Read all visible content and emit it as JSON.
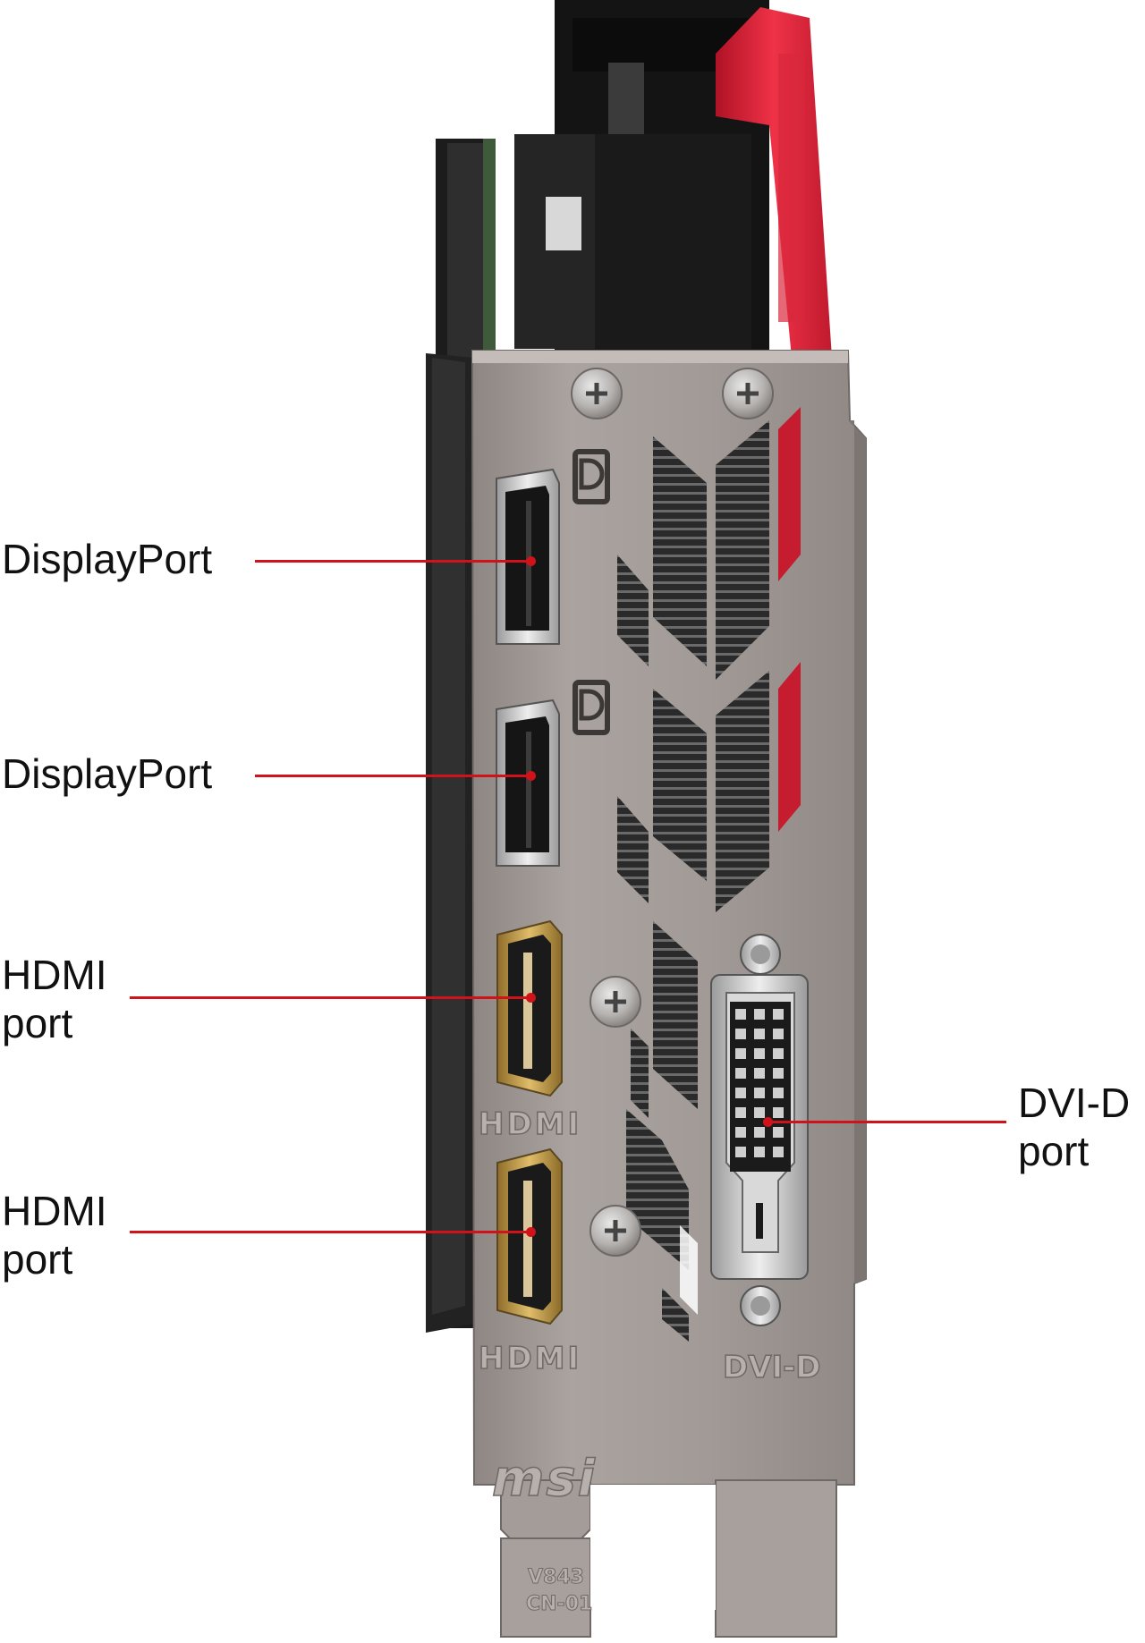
{
  "callouts": [
    {
      "id": "displayport-1",
      "label": "DisplayPort"
    },
    {
      "id": "displayport-2",
      "label": "DisplayPort"
    },
    {
      "id": "hdmi-1",
      "label": "HDMI port"
    },
    {
      "id": "hdmi-2",
      "label": "HDMI port"
    },
    {
      "id": "dvi-d",
      "label": "DVI-D port"
    }
  ],
  "bracket_markings": {
    "hdmi_logo_1": "HDMI",
    "hdmi_logo_2": "HDMI",
    "dvi_label": "DVI-D",
    "brand_logo": "msi",
    "tab_code_line1": "V843",
    "tab_code_line2": "CN-01"
  },
  "colors": {
    "callout_line": "#d0121b",
    "shroud_red": "#e8263a",
    "bracket_steel": "#a39c98",
    "connector_gold": "#c9a24a"
  }
}
